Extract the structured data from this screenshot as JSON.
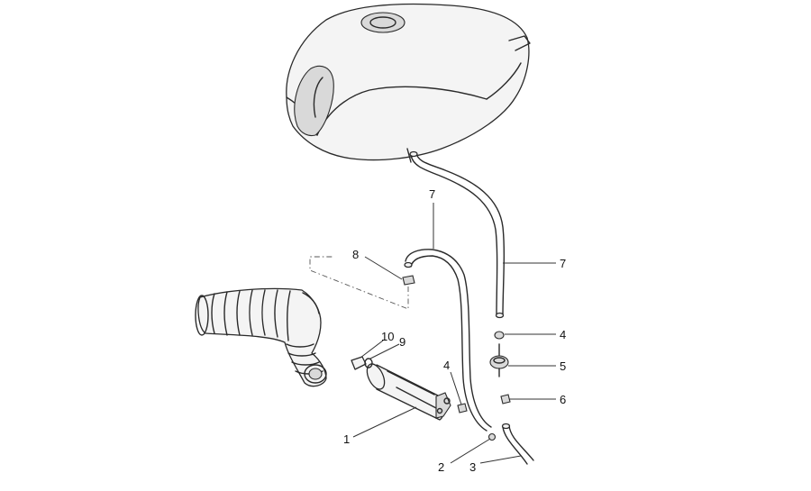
{
  "callouts": {
    "c1": "1",
    "c2": "2",
    "c3": "3",
    "c4a": "4",
    "c4b": "4",
    "c5": "5",
    "c6": "6",
    "c7a": "7",
    "c7b": "7",
    "c8": "8",
    "c9": "9",
    "c10": "10"
  }
}
